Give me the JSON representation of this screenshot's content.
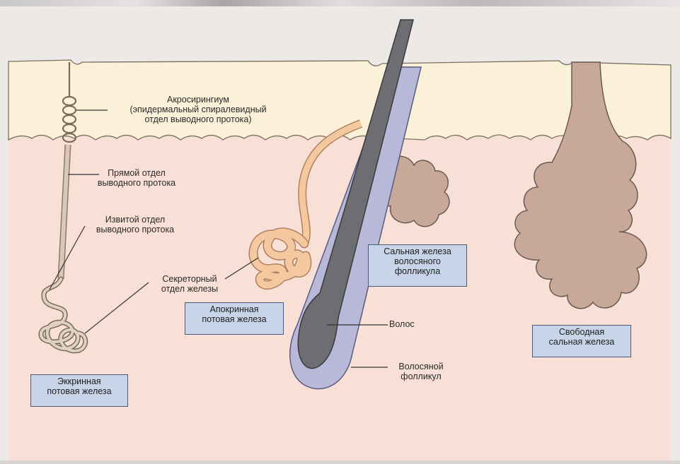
{
  "labels": {
    "acrosyringium": [
      "Акросирингиум",
      "(эпидермальный спиралевидный",
      "отдел выводного протока)"
    ],
    "straight_duct": [
      "Прямой отдел",
      "выводного протока"
    ],
    "coiled_duct": [
      "Извитой отдел",
      "выводного протока"
    ],
    "secretory": [
      "Секреторный",
      "отдел железы"
    ],
    "hair": [
      "Волос"
    ],
    "hair_follicle": [
      "Волосяной",
      "фолликул"
    ]
  },
  "boxes": {
    "eccrine": [
      "Эккринная",
      "потовая железа"
    ],
    "apocrine": [
      "Апокринная",
      "потовая железа"
    ],
    "follicle_sebaceous": [
      "Сальная железа",
      "волосяного",
      "фолликула"
    ],
    "free_sebaceous": [
      "Свободная",
      "сальная железа"
    ]
  },
  "colors": {
    "background": "#ece9e7",
    "epidermis": "#fbf0d8",
    "dermis": "#f8e0d6",
    "eccrine_duct": "#d8c8b8",
    "apocrine_gland": "#f5c9a0",
    "sebaceous_gland": "#c8a898",
    "hair": "#6e6e72",
    "follicle_sheath": "#b8b8d8",
    "label_box": "#c8d4e8"
  }
}
